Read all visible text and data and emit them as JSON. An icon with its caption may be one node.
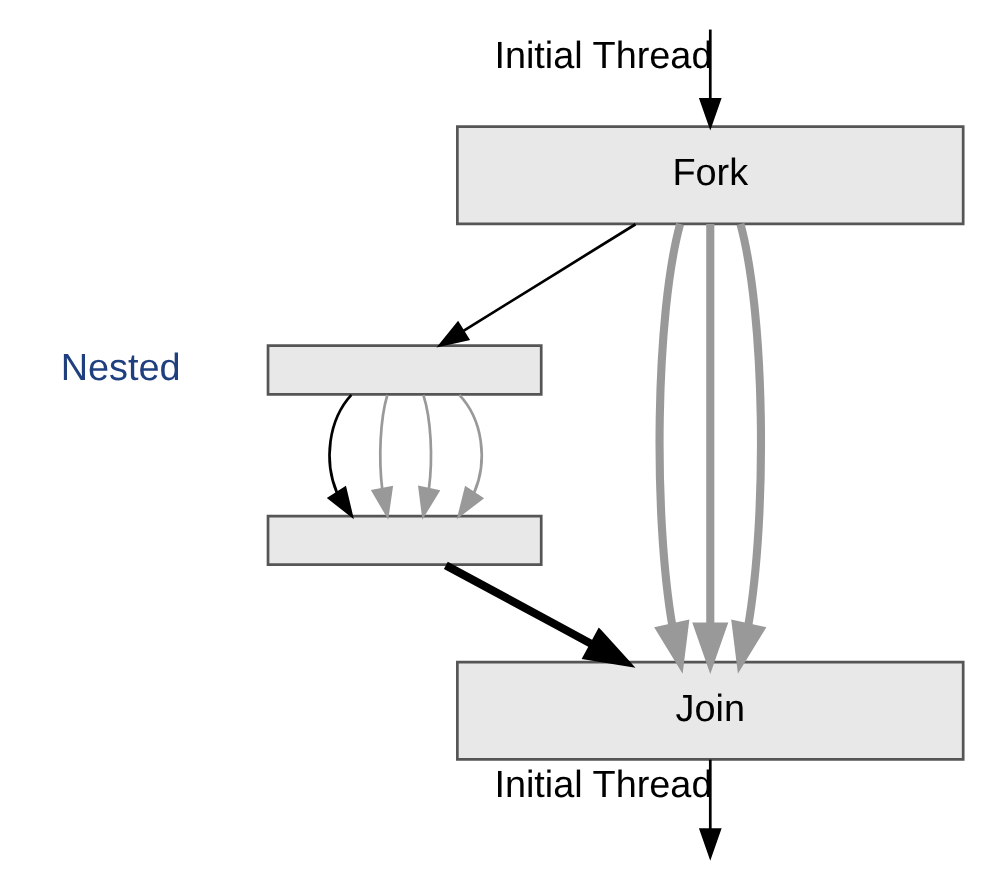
{
  "diagram": {
    "nodes": [
      {
        "text": [
          "Fork"
        ]
      },
      {
        "text": [],
        "shape": "box"
      },
      {
        "text": [],
        "shape": "box"
      },
      {
        "text": [
          "Join"
        ]
      }
    ],
    "edges": [
      {
        "from": null,
        "to": 0,
        "arrow": "to",
        "label": "Initial Thread",
        "color": "#000000"
      },
      {
        "from": 0,
        "to": 1,
        "arrow": "to",
        "color": "#000000"
      },
      {
        "from": 1,
        "to": 2,
        "arrow": "to",
        "color": "#000000"
      },
      {
        "from": 1,
        "to": 2,
        "arrow": "to",
        "color": "#999999"
      },
      {
        "from": 1,
        "to": 2,
        "arrow": "to",
        "color": "#999999"
      },
      {
        "from": 1,
        "to": 2,
        "arrow": "to",
        "color": "#999999"
      },
      {
        "from": 2,
        "to": 3,
        "arrow": "to",
        "style": "thick",
        "color": "#000000"
      },
      {
        "from": 0,
        "to": 3,
        "arrow": "to",
        "style": "thick",
        "color": "#999999"
      },
      {
        "from": 0,
        "to": 3,
        "arrow": "to",
        "style": "thick",
        "color": "#999999"
      },
      {
        "from": 0,
        "to": 3,
        "arrow": "to",
        "style": "thick",
        "color": "#999999"
      },
      {
        "from": 3,
        "to": null,
        "arrow": "to",
        "label": "Initial Thread",
        "color": "#000000"
      }
    ],
    "labels": [
      "Nested"
    ]
  }
}
